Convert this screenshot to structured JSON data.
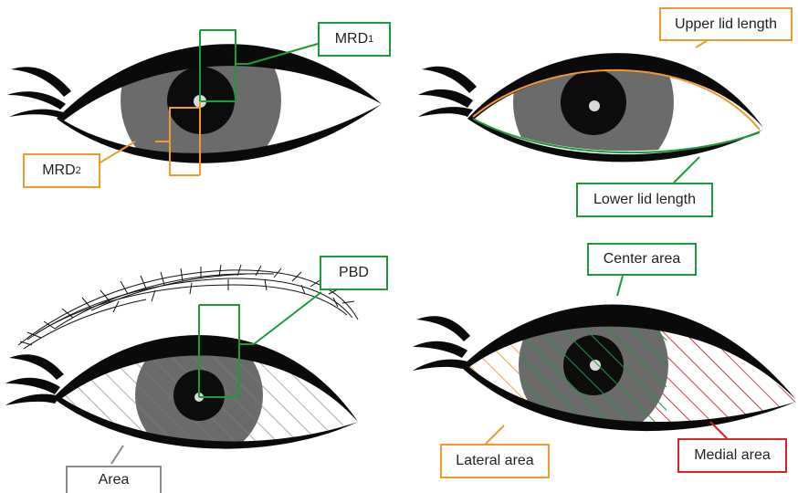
{
  "colors": {
    "green": "#1a9a3a",
    "orange": "#ef9a2a",
    "red": "#d8232a",
    "gray": "#8a8a8a",
    "iris": "#6b6b6b",
    "pupil": "#0c0c0c",
    "lid": "#0a0a0a"
  },
  "panels": {
    "mrd": {
      "label_mrd1_base": "MRD",
      "label_mrd1_sub": "1",
      "label_mrd2_base": "MRD",
      "label_mrd2_sub": "2"
    },
    "lid_length": {
      "label_upper": "Upper lid length",
      "label_lower": "Lower lid length"
    },
    "pbd": {
      "label_pbd": "PBD",
      "label_area": "Area"
    },
    "regions": {
      "label_center": "Center area",
      "label_lateral": "Lateral area",
      "label_medial": "Medial area"
    }
  }
}
